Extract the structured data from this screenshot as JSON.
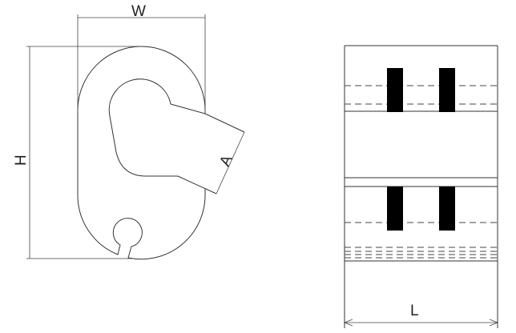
{
  "labels": {
    "width": "W",
    "height": "H",
    "opening": "A",
    "length": "L"
  },
  "colors": {
    "line": "#333333",
    "fill_block": "#000000",
    "background": "#ffffff"
  }
}
